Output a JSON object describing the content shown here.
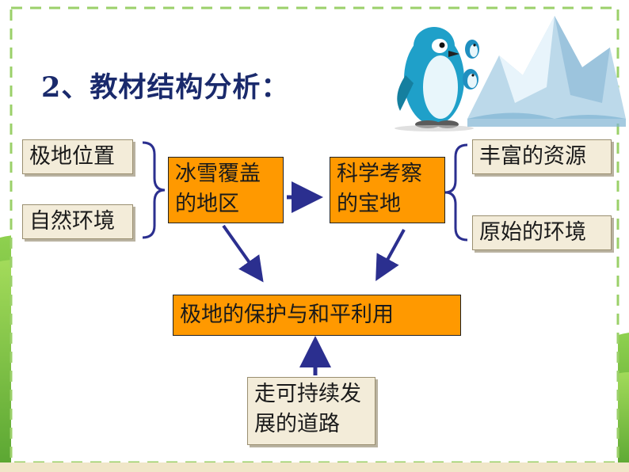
{
  "title": "2、教材结构分析：",
  "boxes": {
    "location": "极地位置",
    "environment": "自然环境",
    "ice_area_line1": "冰雪覆盖",
    "ice_area_line2": "的地区",
    "research_line1": "科学考察",
    "research_line2": "的宝地",
    "rich_resources": "丰富的资源",
    "primitive_env": "原始的环境",
    "protection": "极地的保护与和平利用",
    "sustainable_line1": "走可持续发",
    "sustainable_line2": "展的道路"
  },
  "icons": {
    "penguin": "penguin-illustration",
    "iceberg": "iceberg-illustration"
  },
  "colors": {
    "accent_box": "#ff9900",
    "tan_box": "#f3ecd9",
    "arrow": "#2b2f8f",
    "title": "#1a2a6c",
    "grass": "#7cc242"
  }
}
